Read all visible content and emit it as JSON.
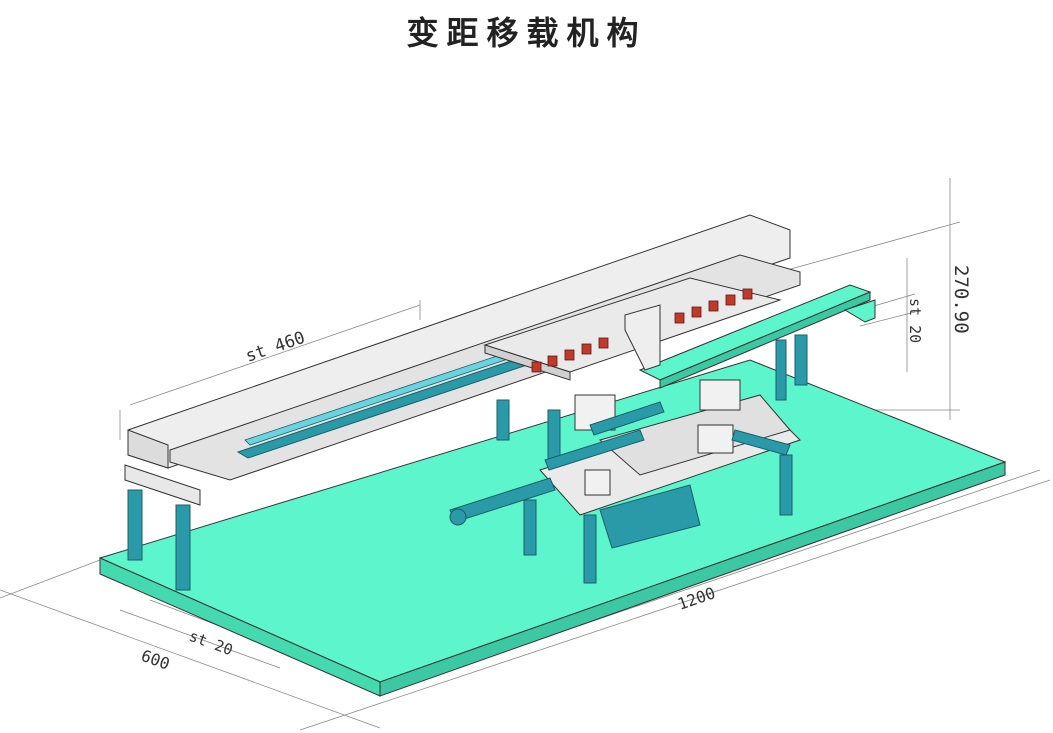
{
  "title": "变距移载机构",
  "dimensions": {
    "stroke_long": "st 460",
    "height": "270.90",
    "stroke_vertical": "st 20",
    "length": "1200",
    "width": "600",
    "stroke_width": "st 20"
  },
  "colors": {
    "base_plate": "#5cf5cc",
    "frame": "#eeeeee",
    "steel": "#d4d4d4",
    "cylinder": "#2b9aa8",
    "part": "#c0392b",
    "outline": "#333333"
  }
}
